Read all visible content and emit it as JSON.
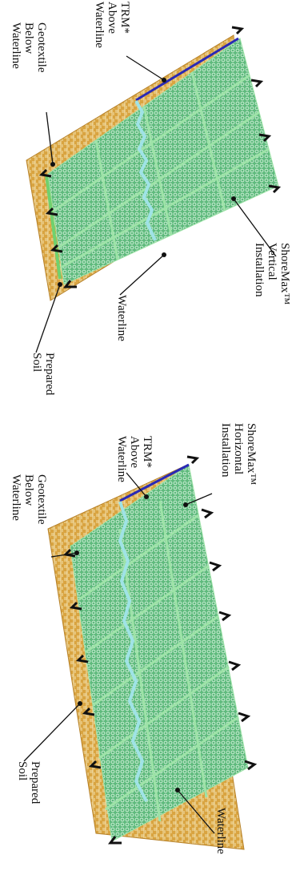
{
  "colors": {
    "soil": "#d9a441",
    "soil_weave": "#f3e2b0",
    "soil_edge": "#b7822a",
    "mat_fill": "#5fba7d",
    "mat_dots": "#c8ecd2",
    "mat_grid": "#9ee3a8",
    "geotextile": "#6fd16f",
    "trm": "#2a2ab5",
    "waterline": "#9fe3e6",
    "staple": "#111111",
    "leader": "#111111"
  },
  "diagrams": [
    {
      "id": "vertical",
      "labels": {
        "trm": [
          "TRM*",
          "Above",
          "Waterline"
        ],
        "geotextile": [
          "Geotextile",
          "Below",
          "Waterline"
        ],
        "product": [
          "ShoreMax™",
          "Vertical",
          "Installation"
        ],
        "waterline": [
          "Waterline"
        ],
        "soil": [
          "Prepared",
          "Soil"
        ]
      }
    },
    {
      "id": "horizontal",
      "labels": {
        "product": [
          "ShoreMax™",
          "Horizontal",
          "Installation"
        ],
        "trm": [
          "TRM*",
          "Above",
          "Waterline"
        ],
        "geotextile": [
          "Geotextile",
          "Below",
          "Waterline"
        ],
        "soil": [
          "Prepared",
          "Soil"
        ],
        "waterline": [
          "Waterline"
        ]
      }
    }
  ]
}
